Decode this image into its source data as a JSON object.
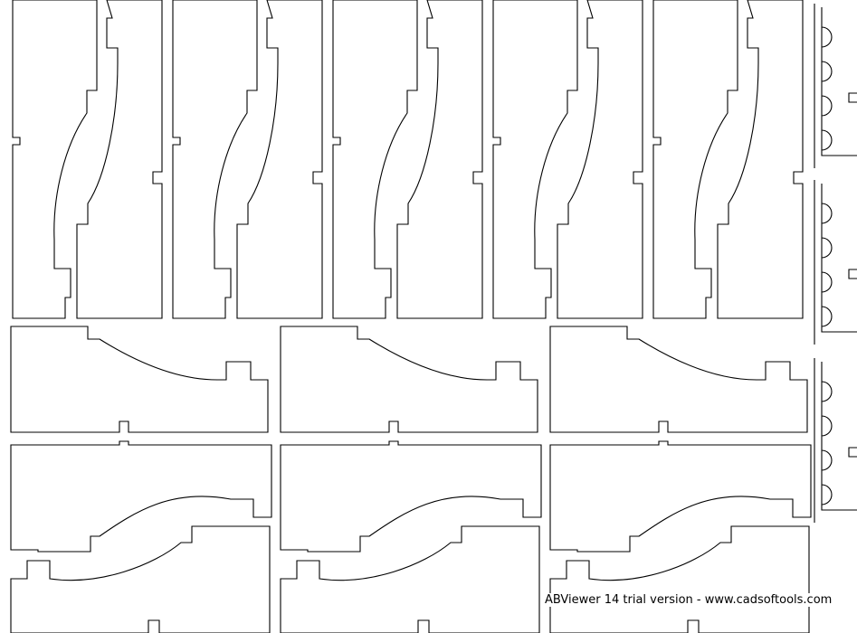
{
  "watermark": "ABViewer 14 trial version - www.cadsoftools.com",
  "colors": {
    "background": "#ffffff",
    "line": "#000000"
  },
  "drawing": {
    "vertical_part_pairs": 5,
    "horizontal_top_parts": 3,
    "horizontal_middle_parts": 3,
    "horizontal_bottom_parts": 3,
    "scalloped_side_parts": 3
  }
}
